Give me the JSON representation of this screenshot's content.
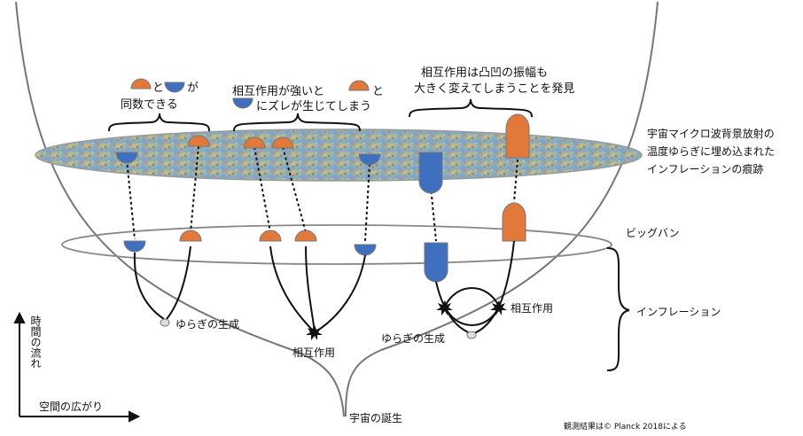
{
  "labels": {
    "equal_top_pre": "と",
    "equal_top_post": "が",
    "equal_bottom": "同数できる",
    "strong_top": "相互作用が強いと",
    "strong_top_post": "と",
    "strong_bottom": "にズレが生じてしまう",
    "amp_line1": "相互作用は凸凹の振幅も",
    "amp_line2": "大きく変えてしまうことを発見",
    "cmb_line1": "宇宙マイクロ波背景放射の",
    "cmb_line2": "温度ゆらぎに埋め込まれた",
    "cmb_line3": "インフレーションの痕跡",
    "bigbang": "ビッグバン",
    "inflation": "インフレーション",
    "fluct_left": "ゆらぎの生成",
    "fluct_right": "ゆらぎの生成",
    "interaction_mid": "相互作用",
    "interaction_right": "相互作用",
    "axis_time": "時間の流れ",
    "axis_space": "空間の広がり",
    "birth": "宇宙の誕生",
    "credit": "観測結果は© Planck 2018による"
  },
  "colors": {
    "orange": "#e2793a",
    "blue": "#3f6fbf",
    "outline": "#555555"
  }
}
